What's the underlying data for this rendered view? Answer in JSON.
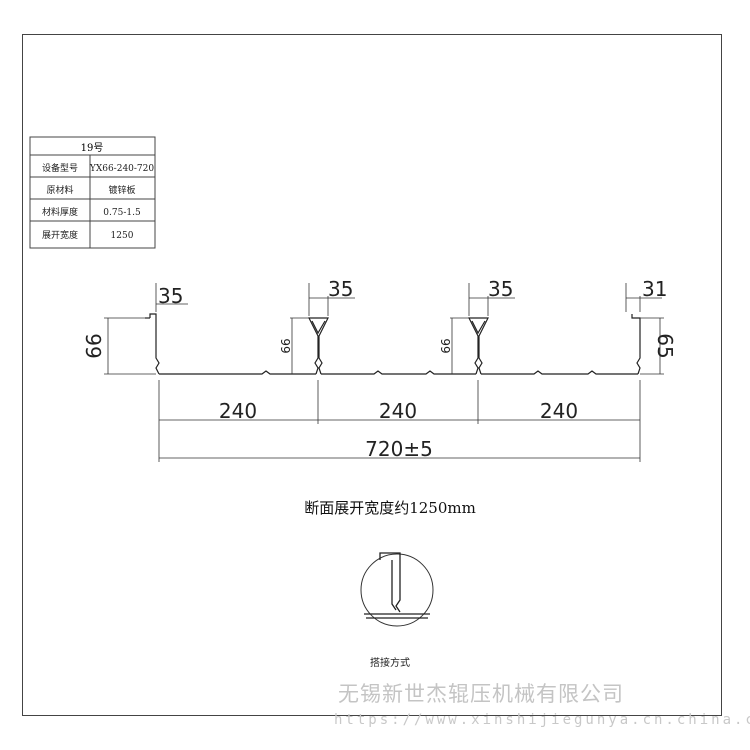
{
  "spec_table": {
    "title": "19号",
    "rows": [
      {
        "label": "设备型号",
        "value": "YX66-240-720"
      },
      {
        "label": "原材料",
        "value": "镀锌板"
      },
      {
        "label": "材料厚度",
        "value": "0.75-1.5"
      },
      {
        "label": "展开宽度",
        "value": "1250"
      }
    ]
  },
  "profile": {
    "rib_widths": [
      "35",
      "35",
      "35",
      "31"
    ],
    "heights": [
      "66",
      "66",
      "66",
      "65"
    ],
    "spans": [
      "240",
      "240",
      "240"
    ],
    "total_width": "720±5"
  },
  "caption": "断面展开宽度约1250mm",
  "detail_caption": "搭接方式",
  "watermark": {
    "company": "无锡新世杰辊压机械有限公司",
    "url": "https://www.xinshijiegunya.cn.china.cn"
  }
}
